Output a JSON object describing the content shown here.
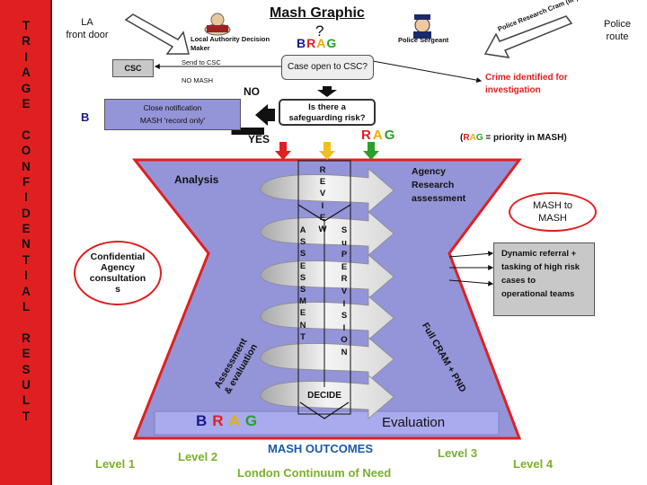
{
  "sidebar": {
    "letters": [
      "T",
      "R",
      "I",
      "A",
      "G",
      "E",
      "",
      "C",
      "O",
      "N",
      "F",
      "I",
      "D",
      "E",
      "N",
      "T",
      "I",
      "A",
      "L",
      "",
      "R",
      "E",
      "S",
      "U",
      "L",
      "T"
    ]
  },
  "title": "Mash Graphic",
  "title_mark": "?",
  "la_front_door": [
    "LA",
    "front door"
  ],
  "police_route": [
    "Police",
    "route"
  ],
  "ladm_label": [
    "Local Authority Decision",
    "Maker"
  ],
  "police_sergeant": "Police Sergeant",
  "police_research": "Police Research Cram (IIP)",
  "crime_identified": [
    "Crime identified for",
    "investigation"
  ],
  "top_rag": {
    "b": "B",
    "r": "R",
    "a": "A",
    "g": "G"
  },
  "case_open": "Case open to CSC?",
  "send_to_csc": "Send to CSC",
  "csc": "CSC",
  "no_mash": "NO MASH",
  "no": "NO",
  "yes": "YES",
  "b_label": "B",
  "close_notification": [
    "Close notification",
    "MASH 'record only'"
  ],
  "safeguarding": [
    "Is there a",
    "safeguarding risk?"
  ],
  "mid_rag": {
    "r": "R",
    "a": "A",
    "g": "G"
  },
  "priority_note": {
    "open": "(",
    "r": "R",
    "a": "A",
    "g": "G",
    "rest": " = priority in MASH)"
  },
  "analysis": "Analysis",
  "agency_research": [
    "Agency",
    "Research",
    "assessment"
  ],
  "mash_to_mash": [
    "MASH to",
    "MASH"
  ],
  "review_letters": [
    "R",
    "E",
    "V",
    "I",
    "E",
    "W"
  ],
  "assessment_letters": [
    "A",
    "S",
    "S",
    "E",
    "S",
    "S",
    "M",
    "E",
    "N",
    "T"
  ],
  "supervision_letters": [
    "S",
    "u",
    "P",
    "E",
    "R",
    "V",
    "I",
    "S",
    "I",
    "O",
    "N"
  ],
  "confidential": [
    "Confidential",
    "Agency",
    "consultation",
    "s"
  ],
  "dynamic_referral": [
    "Dynamic referral +",
    "tasking of high risk",
    "cases to",
    "operational teams"
  ],
  "assessment_eval": [
    "Assessment",
    "& evaluation"
  ],
  "full_cram": "Full CRAM + PND",
  "decide": "DECIDE",
  "bottom_rag": {
    "b": "B",
    "r": "R",
    "a": "A",
    "g": "G"
  },
  "evaluation": "Evaluation",
  "mash_outcomes": "MASH OUTCOMES",
  "level1": "Level 1",
  "level2": "Level 2",
  "level3": "Level 3",
  "level4": "Level 4",
  "london": "London Continuum of Need",
  "colors": {
    "red": "#e02020",
    "amber": "#f0c020",
    "green": "#2aa02a",
    "purple": "#9898dc",
    "navy": "#1a1a8a"
  }
}
